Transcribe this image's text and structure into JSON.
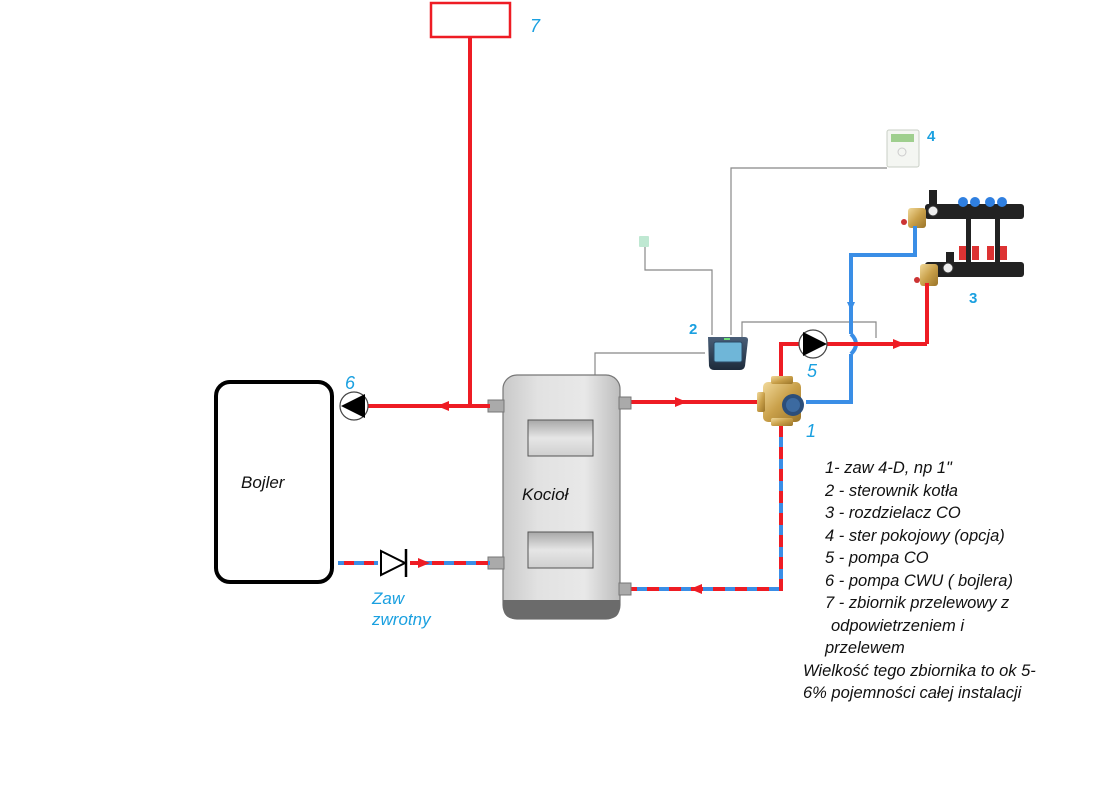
{
  "labels": {
    "expansion_tank_number": "7",
    "room_controller_number": "4",
    "boiler_controller_number": "2",
    "manifold_number": "3",
    "co_pump_number": "5",
    "valve_number": "1",
    "cwu_pump_number": "6",
    "bojler": "Bojler",
    "kociol": "Kocioł",
    "check_valve_line1": "Zaw",
    "check_valve_line2": "zwrotny"
  },
  "legend": {
    "items": [
      "1- zaw 4-D, np 1\"",
      "2 - sterownik kotła",
      "3 - rozdzielacz CO",
      "4 - ster pokojowy (opcja)",
      "5 - pompa CO",
      "6 - pompa CWU ( bojlera)",
      "7 - zbiornik przelewowy z"
    ],
    "item7_cont1": "odpowietrzeniem i",
    "item7_cont2": "przelewem",
    "note_line1": "Wielkość tego zbiornika to ok 5-",
    "note_line2": "6% pojemności całej instalacji"
  },
  "colors": {
    "supply": "#ee1c24",
    "return": "#3a8ee6",
    "label_blue": "#1aa0e0",
    "wire": "#888888"
  }
}
